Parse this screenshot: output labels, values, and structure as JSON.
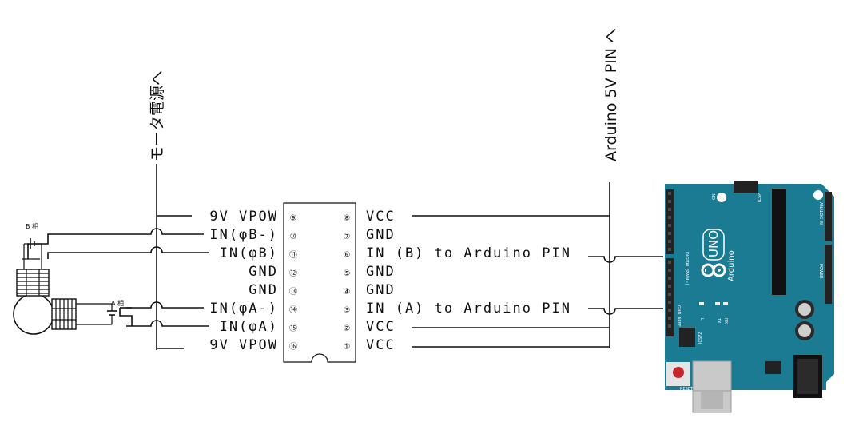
{
  "labels": {
    "motor_power": "モータ電源へ",
    "arduino_5v": "Arduino 5V PIN へ",
    "phase_b": "B 相",
    "phase_a": "A 相"
  },
  "ic": {
    "left_pins": [
      {
        "num": "⑨",
        "label": "9V VPOW"
      },
      {
        "num": "⑩",
        "label": "IN(φB-)"
      },
      {
        "num": "⑪",
        "label": "IN(φB)"
      },
      {
        "num": "⑫",
        "label": "GND"
      },
      {
        "num": "⑬",
        "label": "GND"
      },
      {
        "num": "⑭",
        "label": "IN(φA-)"
      },
      {
        "num": "⑮",
        "label": "IN(φA)"
      },
      {
        "num": "⑯",
        "label": "9V VPOW"
      }
    ],
    "right_pins": [
      {
        "num": "⑧",
        "label": "VCC"
      },
      {
        "num": "⑦",
        "label": "GND"
      },
      {
        "num": "⑥",
        "label": "IN (B) to Arduino PIN"
      },
      {
        "num": "⑤",
        "label": "GND"
      },
      {
        "num": "④",
        "label": "GND"
      },
      {
        "num": "③",
        "label": "IN (A) to Arduino PIN"
      },
      {
        "num": "②",
        "label": "VCC"
      },
      {
        "num": "①",
        "label": "VCC"
      }
    ]
  },
  "arduino": {
    "logo": "UNO",
    "brand": "Arduino",
    "reset": "RESET",
    "on": "ON",
    "icsp": "ICSP",
    "icsp2": "ICSP2",
    "digital": "DIGITAL (PWM~)",
    "power": "POWER",
    "analog": "ANALOG IN",
    "tx": "TX",
    "rx": "RX",
    "l": "L",
    "aref": "AREF",
    "gnd": "GND",
    "colors": {
      "board": "#1b7b93",
      "header": "#222222"
    }
  }
}
